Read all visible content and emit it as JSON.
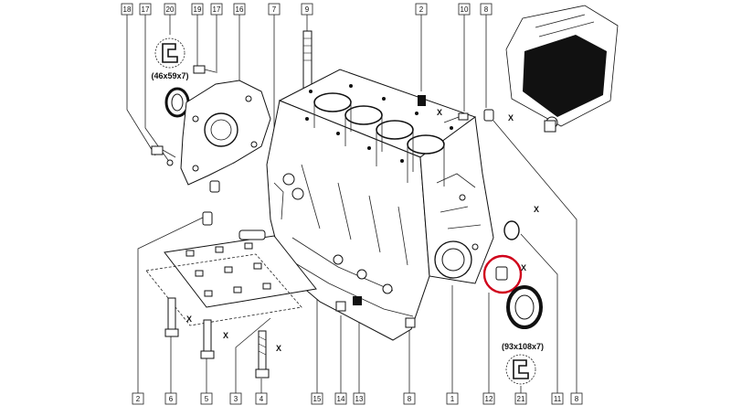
{
  "diagram": {
    "callouts_top": [
      "18",
      "17",
      "20",
      "19",
      "17",
      "16",
      "7",
      "9",
      "2",
      "10",
      "8"
    ],
    "callouts_bottom": [
      "2",
      "6",
      "5",
      "3",
      "4",
      "15",
      "14",
      "13",
      "8",
      "1",
      "12",
      "21",
      "11",
      "8"
    ],
    "seal_size_rear": "(46x59x7)",
    "seal_size_front": "(93x108x7)",
    "dimension_label": "X",
    "colors": {
      "line": "#222222",
      "highlight": "#d0021b",
      "background": "#ffffff"
    }
  }
}
